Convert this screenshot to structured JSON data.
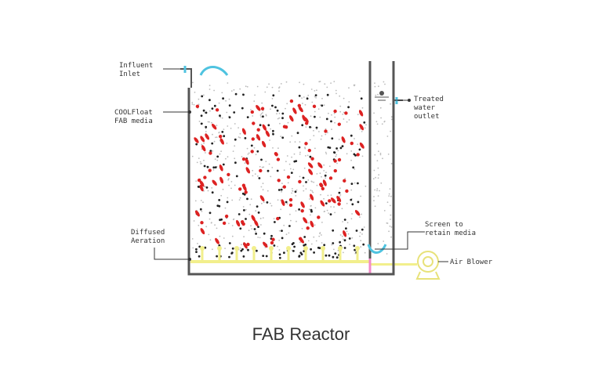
{
  "caption": "FAB Reactor",
  "labels": {
    "influent": [
      "Influent",
      "Inlet"
    ],
    "media": [
      "COOLFloat",
      "FAB media"
    ],
    "aeration": [
      "Diffused",
      "Aeration"
    ],
    "treated": [
      "Treated",
      "water",
      "outlet"
    ],
    "screen": [
      "Screen to",
      "retain media"
    ],
    "blower": [
      "Air Blower"
    ]
  },
  "colors": {
    "wall": "#555555",
    "pipe": "#4fc3e0",
    "media": "#dd2222",
    "particle": "#222222",
    "speckle": "#bbbbbb",
    "air": "#f2ef8c",
    "screen": "#f28ac8"
  },
  "icons": {
    "inlet": "curved-inflow-arrow",
    "outlet": "water-level-marker",
    "blower": "blower-fan"
  }
}
